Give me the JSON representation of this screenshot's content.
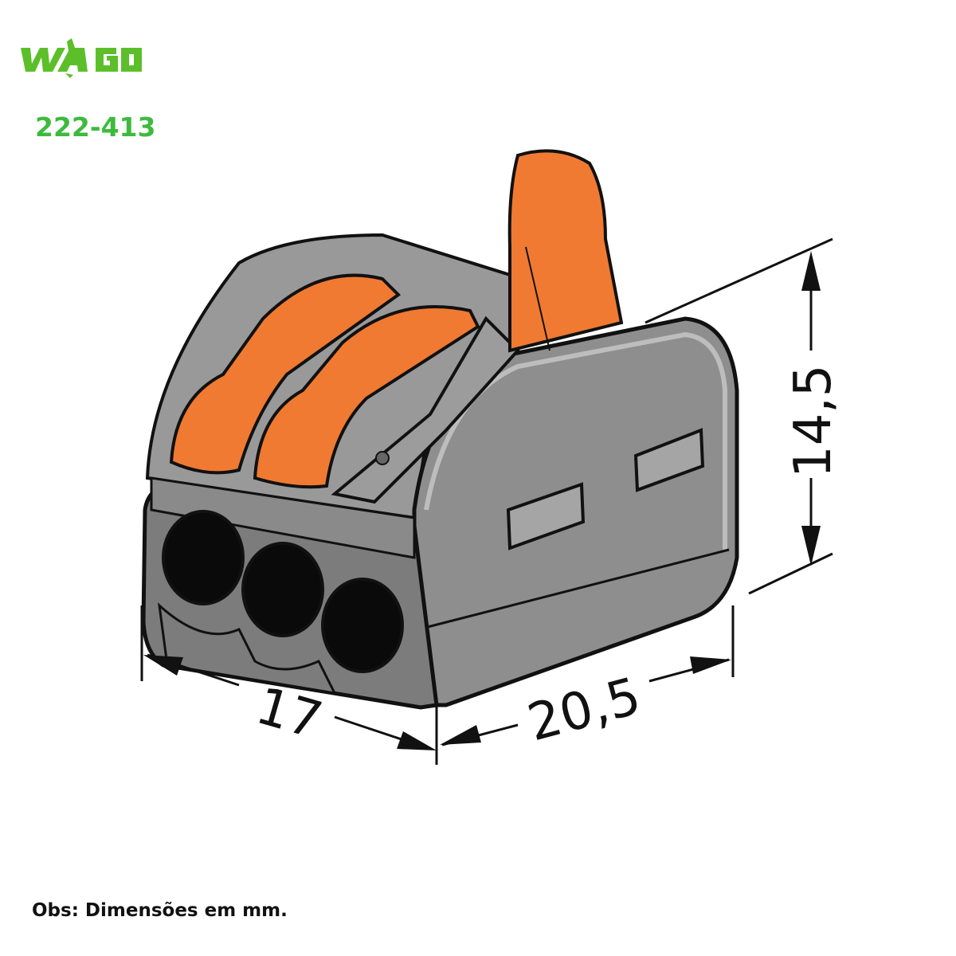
{
  "brand": {
    "logo_text": "WAGO",
    "color": "#5cbf2a"
  },
  "part_number": {
    "text": "222-413",
    "color": "#3dba3d"
  },
  "dimensions": {
    "width": "17",
    "depth": "20,5",
    "height": "14,5"
  },
  "colors": {
    "housing": "#8a8a8a",
    "lever": "#f07a32",
    "text": "#111111"
  },
  "note": "Obs: Dimensões em mm."
}
